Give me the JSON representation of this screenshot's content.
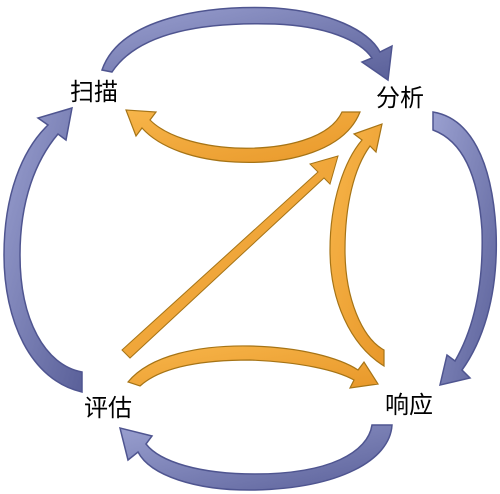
{
  "nodes": {
    "scan": "扫描",
    "analyze": "分析",
    "respond": "响应",
    "assess": "评估"
  },
  "colors": {
    "outer_arrow_fill": "#7b7fb5",
    "outer_arrow_dark": "#4f5590",
    "inner_arrow_fill": "#f4a83c",
    "inner_arrow_dark": "#b07a1a",
    "background": "#ffffff"
  }
}
